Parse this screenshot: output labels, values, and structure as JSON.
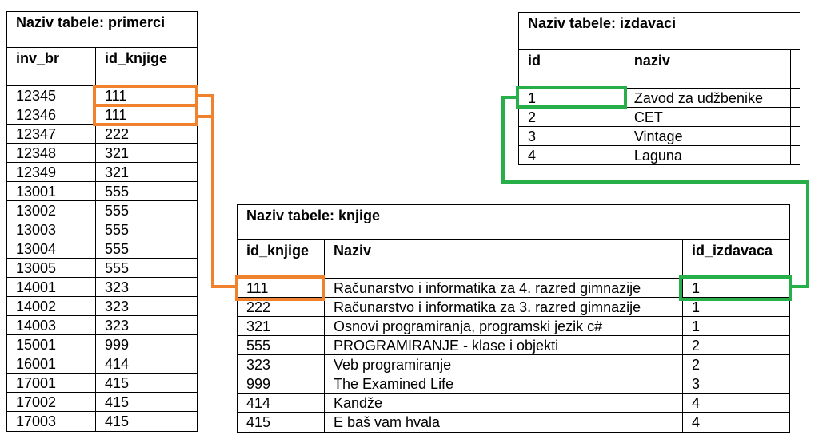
{
  "primerci": {
    "title": "Naziv tabele: primerci",
    "headers": [
      "inv_br",
      "id_knjige"
    ],
    "rows": [
      [
        "12345",
        "111"
      ],
      [
        "12346",
        "111"
      ],
      [
        "12347",
        "222"
      ],
      [
        "12348",
        "321"
      ],
      [
        "12349",
        "321"
      ],
      [
        "13001",
        "555"
      ],
      [
        "13002",
        "555"
      ],
      [
        "13003",
        "555"
      ],
      [
        "13004",
        "555"
      ],
      [
        "13005",
        "555"
      ],
      [
        "14001",
        "323"
      ],
      [
        "14002",
        "323"
      ],
      [
        "14003",
        "323"
      ],
      [
        "15001",
        "999"
      ],
      [
        "16001",
        "414"
      ],
      [
        "17001",
        "415"
      ],
      [
        "17002",
        "415"
      ],
      [
        "17003",
        "415"
      ]
    ]
  },
  "izdavaci": {
    "title": "Naziv tabele: izdavaci",
    "headers": [
      "id",
      "naziv",
      ""
    ],
    "rows": [
      [
        "1",
        "Zavod za udžbenike",
        ""
      ],
      [
        "2",
        "CET",
        ""
      ],
      [
        "3",
        "Vintage",
        ""
      ],
      [
        "4",
        "Laguna",
        ""
      ]
    ]
  },
  "knjige": {
    "title": "Naziv tabele: knjige",
    "headers": [
      "id_knjige",
      "Naziv",
      "id_izdavaca"
    ],
    "rows": [
      [
        "111",
        "Računarstvo i informatika za 4. razred gimnazije",
        "1"
      ],
      [
        "222",
        "Računarstvo i informatika za 3. razred gimnazije",
        "1"
      ],
      [
        "321",
        "Osnovi programiranja, programski jezik c#",
        "1"
      ],
      [
        "555",
        "PROGRAMIRANJE - klase i objekti",
        "2"
      ],
      [
        "323",
        "Veb programiranje",
        "2"
      ],
      [
        "999",
        "The Examined Life",
        "3"
      ],
      [
        "414",
        "Kandže",
        "4"
      ],
      [
        "415",
        "E baš vam hvala",
        "4"
      ]
    ]
  },
  "colors": {
    "orange_link": "#f0822d",
    "green_link": "#27b04a"
  }
}
